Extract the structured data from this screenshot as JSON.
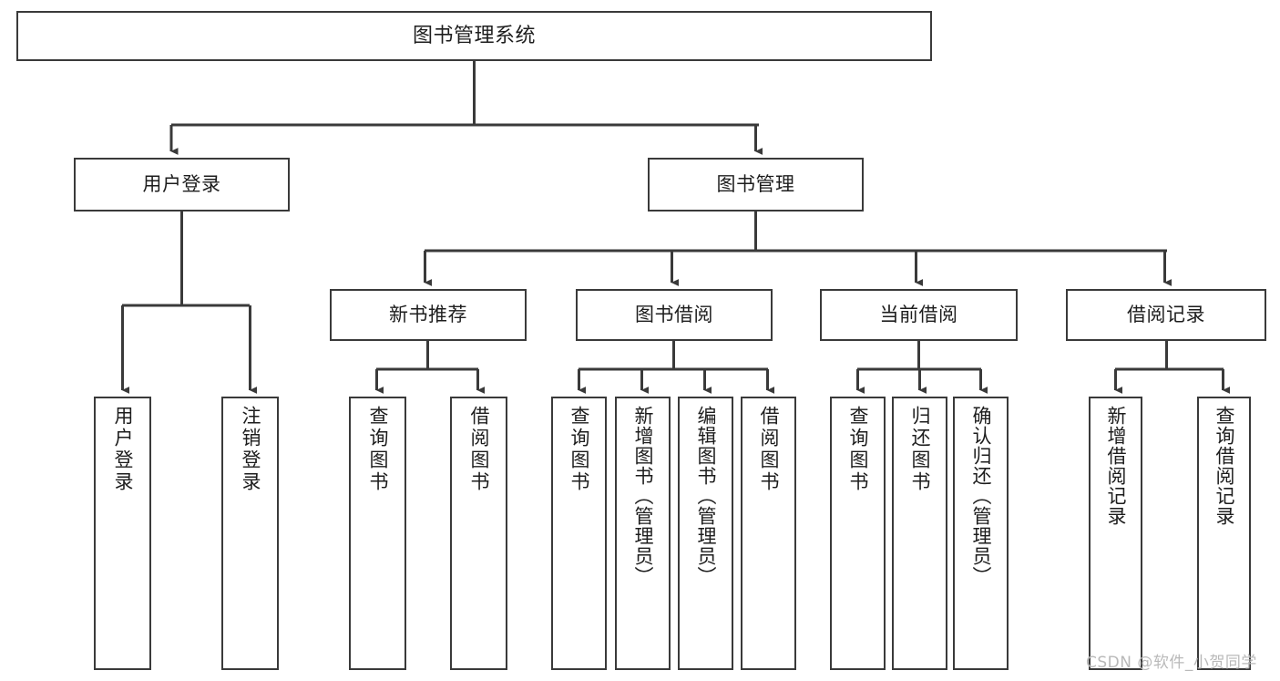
{
  "diagram": {
    "title": "图书管理系统",
    "type": "tree-hierarchy",
    "orientation": "top-down",
    "colors": {
      "box_border": "#3a3a3a",
      "box_fill": "#ffffff",
      "connector": "#3a3a3a",
      "text": "#1d1d1d",
      "watermark": "#b9b9b9",
      "background": "#ffffff"
    },
    "root": {
      "label": "图书管理系统"
    },
    "level2": [
      {
        "label": "用户登录"
      },
      {
        "label": "图书管理"
      }
    ],
    "level3": [
      {
        "label": "新书推荐"
      },
      {
        "label": "图书借阅"
      },
      {
        "label": "当前借阅"
      },
      {
        "label": "借阅记录"
      }
    ],
    "leaves": {
      "user_login": [
        {
          "label": "用户登录"
        },
        {
          "label": "注销登录"
        }
      ],
      "new_book_recommend": [
        {
          "label": "查询图书"
        },
        {
          "label": "借阅图书"
        }
      ],
      "book_borrow": [
        {
          "label": "查询图书"
        },
        {
          "label": "新增图书（管理员）"
        },
        {
          "label": "编辑图书（管理员）"
        },
        {
          "label": "借阅图书"
        }
      ],
      "current_borrow": [
        {
          "label": "查询图书"
        },
        {
          "label": "归还图书"
        },
        {
          "label": "确认归还（管理员）"
        }
      ],
      "borrow_record": [
        {
          "label": "新增借阅记录"
        },
        {
          "label": "查询借阅记录"
        }
      ]
    },
    "watermark": "CSDN @软件_小贺同学"
  }
}
